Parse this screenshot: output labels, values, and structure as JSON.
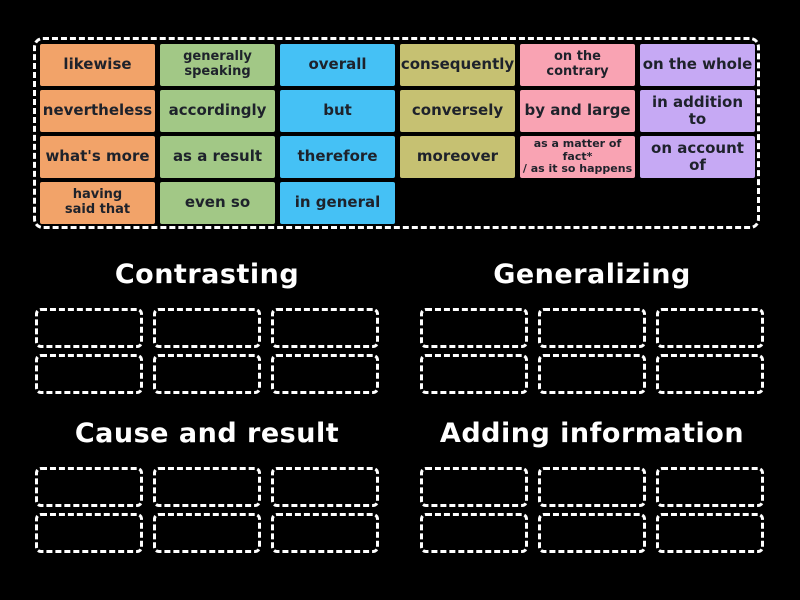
{
  "palette": {
    "background": "#000000",
    "tile_text": "#1E222B",
    "title_text": "#FFFFFF",
    "slot_border": "#FFFFFF",
    "tile_orange": "#F2A369",
    "tile_green": "#A2C886",
    "tile_blue": "#45C1F5",
    "tile_olive": "#C6C172",
    "tile_pink": "#F9A3B3",
    "tile_purple": "#C6A9F4"
  },
  "tray": {
    "tiles": [
      {
        "label": "likewise",
        "color": "orange"
      },
      {
        "label": "generally\nspeaking",
        "color": "green"
      },
      {
        "label": "overall",
        "color": "blue"
      },
      {
        "label": "consequently",
        "color": "olive"
      },
      {
        "label": "on the contrary",
        "color": "pink"
      },
      {
        "label": "on the whole",
        "color": "purple"
      },
      {
        "label": "nevertheless",
        "color": "orange"
      },
      {
        "label": "accordingly",
        "color": "green"
      },
      {
        "label": "but",
        "color": "blue"
      },
      {
        "label": "conversely",
        "color": "olive"
      },
      {
        "label": "by and large",
        "color": "pink"
      },
      {
        "label": "in addition to",
        "color": "purple"
      },
      {
        "label": "what's more",
        "color": "orange"
      },
      {
        "label": "as a result",
        "color": "green"
      },
      {
        "label": "therefore",
        "color": "blue"
      },
      {
        "label": "moreover",
        "color": "olive"
      },
      {
        "label": "as a matter of fact*\n/ as it so happens",
        "color": "pink"
      },
      {
        "label": "on account of",
        "color": "purple"
      },
      {
        "label": "having\nsaid that",
        "color": "orange"
      },
      {
        "label": "even so",
        "color": "green"
      },
      {
        "label": "in general",
        "color": "blue"
      }
    ]
  },
  "groups": [
    {
      "title": "Contrasting",
      "slot_count": 6
    },
    {
      "title": "Generalizing",
      "slot_count": 6
    },
    {
      "title": "Cause and result",
      "slot_count": 6
    },
    {
      "title": "Adding information",
      "slot_count": 6
    }
  ]
}
